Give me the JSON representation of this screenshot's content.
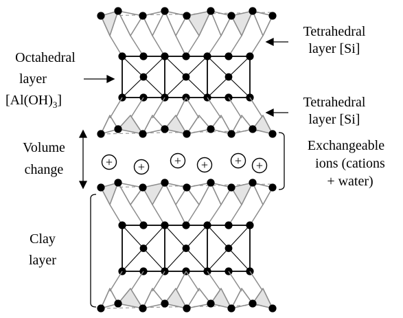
{
  "diagram": {
    "labels": {
      "tetrahedral_top": [
        "Tetrahedral",
        "layer [Si]"
      ],
      "octahedral": [
        "Octahedral",
        "layer",
        "[Al(OH)",
        "3",
        "]"
      ],
      "tetrahedral_mid": [
        "Tetrahedral",
        "layer [Si]"
      ],
      "volume_change": [
        "Volume",
        "change"
      ],
      "exchangeable": [
        "Exchangeable",
        "ions (cations",
        "+ water)"
      ],
      "clay_layer": [
        "Clay",
        "layer"
      ]
    },
    "ion_symbol": "+",
    "ion_count": 6,
    "colors": {
      "atom": "#000000",
      "tetra_fill": "#e4e4e4",
      "bond": "#8c8c8c",
      "octa_line": "#000000",
      "dash": "#9a9a9a"
    }
  }
}
